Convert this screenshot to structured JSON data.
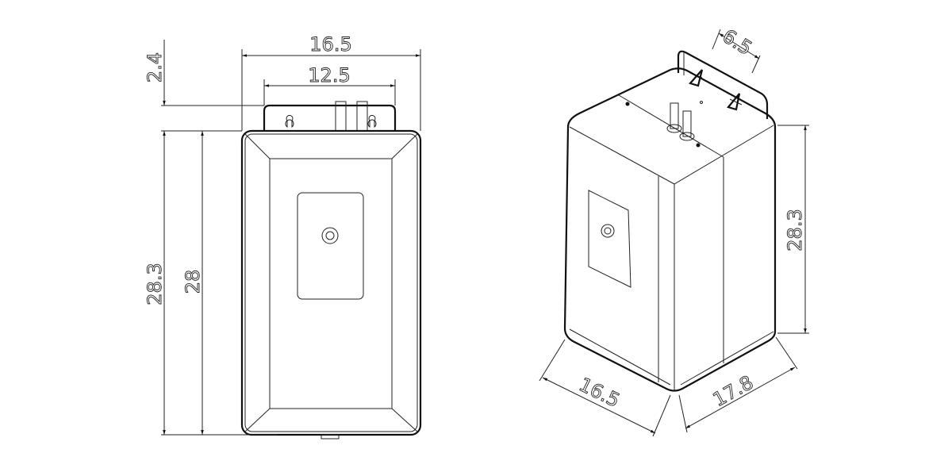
{
  "front_view": {
    "dim_width_total": "16.5",
    "dim_bracket_width": "12.5",
    "dim_bracket_height": "2.4",
    "dim_total_height": "28.3",
    "dim_body_height": "28"
  },
  "iso_view": {
    "dim_bracket_depth": "6.5",
    "dim_height": "28.3",
    "dim_width": "16.5",
    "dim_depth": "17.8"
  }
}
